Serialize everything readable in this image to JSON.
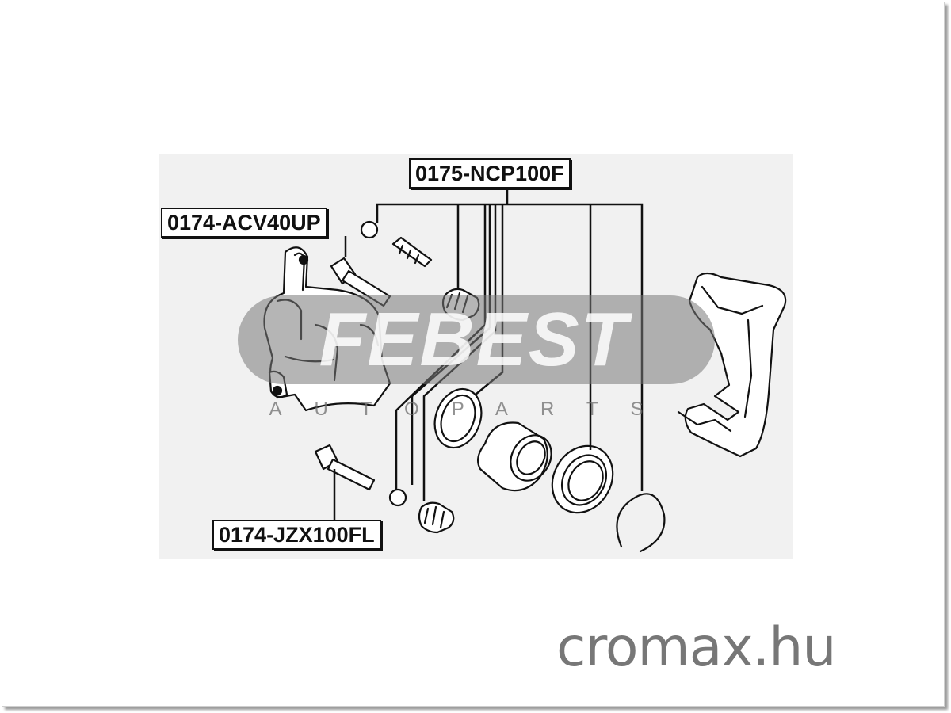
{
  "labels": {
    "kit_label": "0175-NCP100F",
    "upper_pin_label": "0174-ACV40UP",
    "lower_pin_label": "0174-JZX100FL"
  },
  "logo": {
    "brand": "FEBEST",
    "tagline": "AUTOPARTS"
  },
  "watermark": "cromax.hu"
}
